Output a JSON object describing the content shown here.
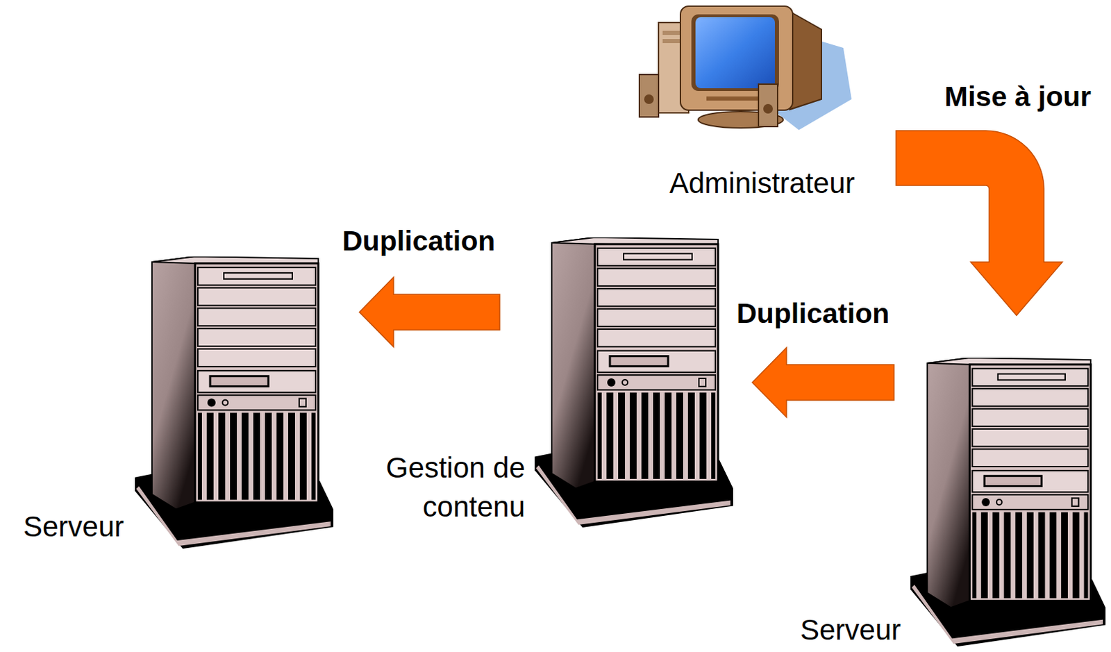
{
  "diagram": {
    "nodes": [
      {
        "text": [
          "Administrateur"
        ]
      },
      {
        "text": [
          "Serveur"
        ]
      },
      {
        "text": [
          "Gestion de contenu"
        ]
      },
      {
        "text": [
          "Serveur"
        ]
      }
    ],
    "edges": [
      {
        "from": 0,
        "to": 1,
        "arrow": "to",
        "label": "Mise à jour"
      },
      {
        "from": 1,
        "to": 2,
        "arrow": "to",
        "label": "Duplication"
      },
      {
        "from": 2,
        "to": 3,
        "arrow": "to",
        "label": "Duplication"
      }
    ]
  }
}
